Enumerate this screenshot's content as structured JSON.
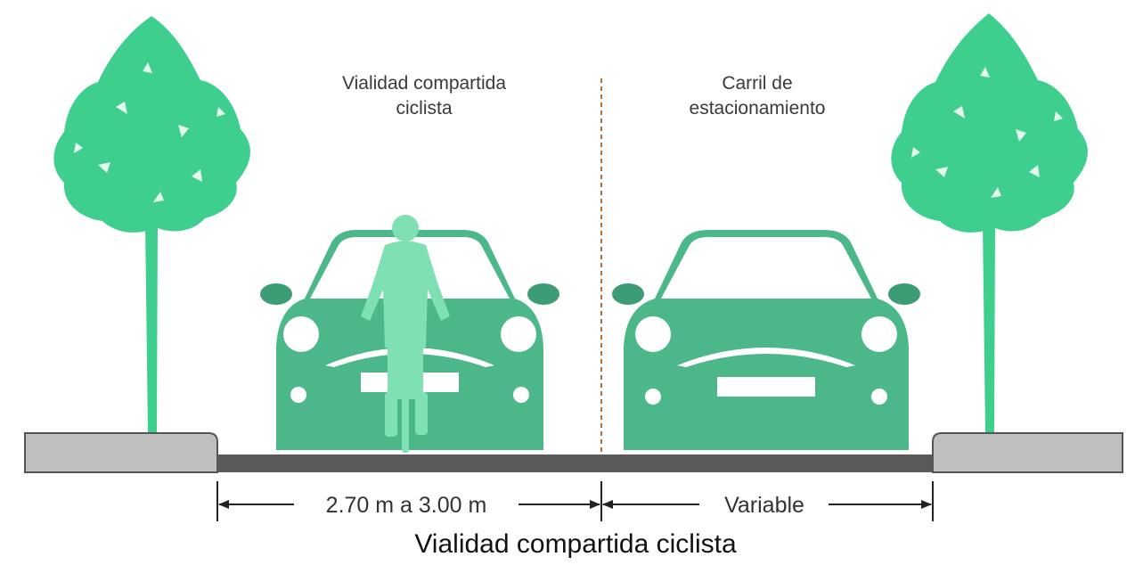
{
  "labels": {
    "left_lane": [
      "Vialidad compartida",
      "ciclista"
    ],
    "right_lane": [
      "Carril de",
      "estacionamiento"
    ]
  },
  "dimensions": {
    "left": "2.70 m a 3.00 m",
    "right": "Variable"
  },
  "caption": "Vialidad compartida ciclista",
  "colors": {
    "tree": "#3ecf8e",
    "car": "#4cb88a",
    "car_dark": "#3c9c73",
    "cyclist": "#7fe0b4",
    "sidewalk": "#bfbfbf",
    "road": "#5a5a5a",
    "divider": "#b0703c"
  },
  "icons": [
    "tree-icon",
    "car-icon",
    "cyclist-icon"
  ]
}
